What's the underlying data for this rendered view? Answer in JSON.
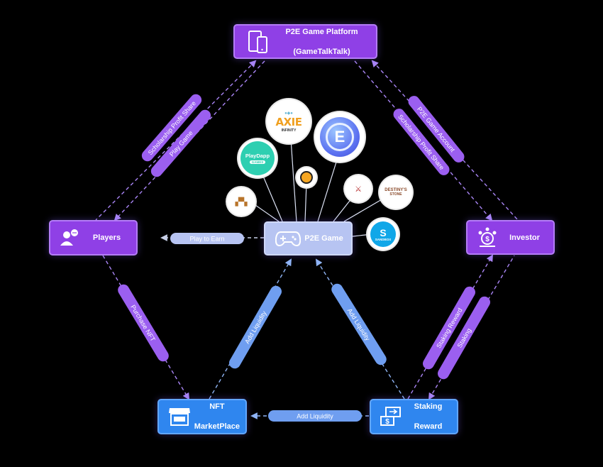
{
  "nodes": {
    "platform": {
      "line1": "P2E Game Platform",
      "line2": "(GameTalkTalk)"
    },
    "players": {
      "label": "Players"
    },
    "p2e_game": {
      "label": "P2E Game"
    },
    "investor": {
      "label": "Investor"
    },
    "nft_marketplace": {
      "line1": "NFT",
      "line2": "MarketPlace"
    },
    "staking_reward": {
      "line1": "Staking",
      "line2": "Reward"
    }
  },
  "arrows": {
    "play_to_earn": "Play to Earn",
    "scholarship_profit_share_left": "Scholarship Profit Share",
    "play_game": "Play Game",
    "p2e_game_account": "P2E Game Account",
    "scholarship_profit_share_right": "Scholarship Profit Share",
    "purchase_nft": "Purchase NFT",
    "add_liquidity_left": "Add Liquidity",
    "add_liquidity_right": "Add Liquidity",
    "add_liquidity_bottom": "Add Liquidity",
    "staking_reward_label": "Staking Reward",
    "staking": "Staking"
  },
  "logos": {
    "axie": {
      "text": "AXIE",
      "sub": "INFINITY"
    },
    "playdapp": {
      "text": "PlayDapp",
      "sub": "GAMES"
    },
    "destiny": {
      "text": "DESTINY'S",
      "sub": "STONE"
    },
    "sandbox": {
      "text": "SANDBOX"
    }
  },
  "colors": {
    "background": "#000000",
    "purple_node": "#8f40e6",
    "blue_node": "#2f86ef",
    "lavender_node": "#b7c4f2",
    "purple_pill": "#9b5ff0",
    "blue_pill": "#6f9ef0",
    "connector": "#b48af8"
  }
}
